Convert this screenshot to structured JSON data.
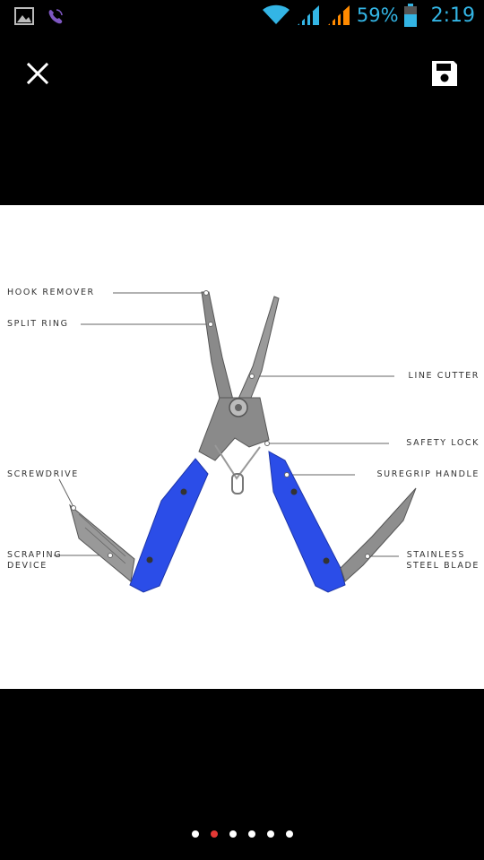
{
  "status_bar": {
    "battery_percent": "59%",
    "time": "2:19",
    "icons": [
      "image-icon",
      "viber-icon",
      "wifi-icon",
      "signal-icon",
      "signal-roaming-icon",
      "battery-icon"
    ],
    "accent_color": "#33b5e5"
  },
  "toolbar": {
    "close_icon": "close-icon",
    "save_icon": "save-icon"
  },
  "image": {
    "handle_color": "#2b4de8",
    "labels": {
      "hook_remover": "HOOK REMOVER",
      "split_ring": "SPLIT RING",
      "line_cutter": "LINE CUTTER",
      "safety_lock": "SAFETY LOCK",
      "screwdrive": "SCREWDRIVE",
      "suregrip_handle": "SUREGRIP HANDLE",
      "scraping_device_1": "SCRAPING",
      "scraping_device_2": "DEVICE",
      "stainless_1": "STAINLESS",
      "stainless_2": "STEEL BLADE"
    }
  },
  "pager": {
    "total": 6,
    "active_index": 1
  }
}
